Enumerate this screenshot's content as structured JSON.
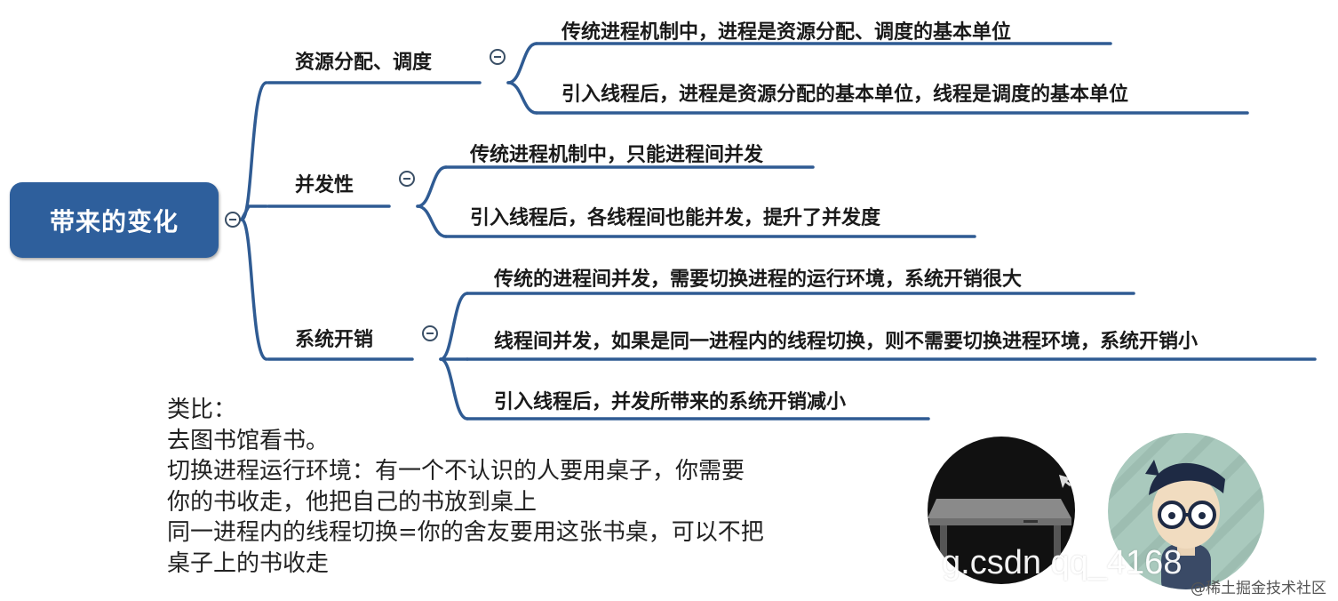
{
  "mindmap": {
    "root": "带来的变化",
    "branches": [
      {
        "label": "资源分配、调度",
        "children": [
          "传统进程机制中，进程是资源分配、调度的基本单位",
          "引入线程后，进程是资源分配的基本单位，线程是调度的基本单位"
        ]
      },
      {
        "label": "并发性",
        "children": [
          "传统进程机制中，只能进程间并发",
          "引入线程后，各线程间也能并发，提升了并发度"
        ]
      },
      {
        "label": "系统开销",
        "children": [
          "传统的进程间并发，需要切换进程的运行环境，系统开销很大",
          "线程间并发，如果是同一进程内的线程切换，则不需要切换进程环境，系统开销小",
          "引入线程后，并发所带来的系统开销减小"
        ]
      }
    ]
  },
  "note": {
    "lines": [
      "类比：",
      "去图书馆看书。",
      "切换进程运行环境：有一个不认识的人要用桌子，你需要",
      "你的书收走，他把自己的书放到桌上",
      "同一进程内的线程切换=你的舍友要用这张书桌，可以不把",
      "桌子上的书收走"
    ]
  },
  "watermark": "@稀土掘金技术社区",
  "overlay_text": "g.csdn    qq_4168",
  "colors": {
    "root_bg": "#2e5f9c",
    "line": "#2f5b93",
    "toggle": "#3a4f66"
  }
}
